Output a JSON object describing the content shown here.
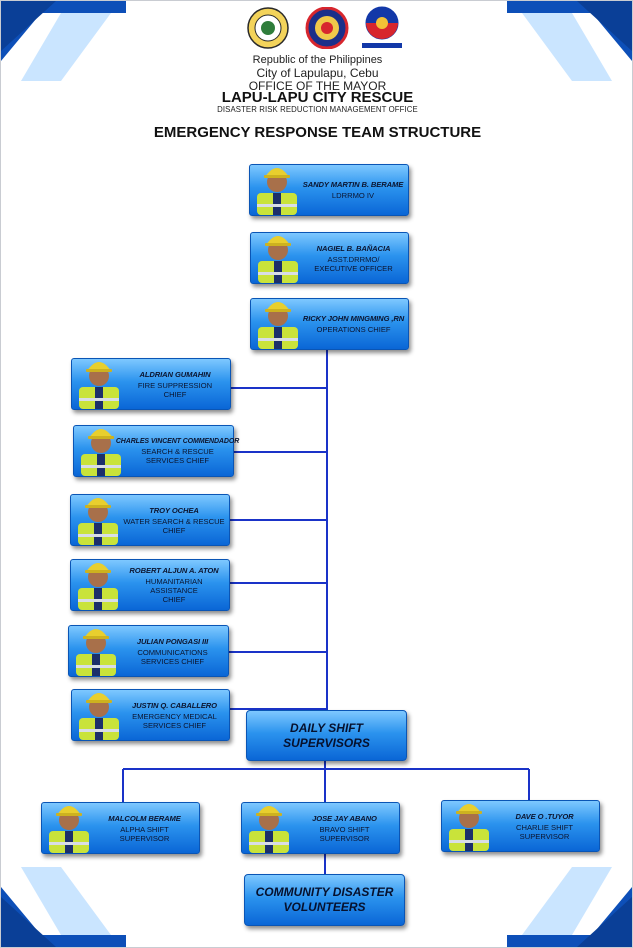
{
  "header": {
    "seal_left": "City of Lapulapu · Official Seal",
    "seal_right": "Bagong Pilipinas",
    "line1": "Republic of the Philippines",
    "line2": "City of Lapulapu, Cebu",
    "line3": "OFFICE OF THE MAYOR",
    "line4": "LAPU-LAPU CITY RESCUE",
    "line5": "DISASTER RISK REDUCTION MANAGEMENT OFFICE"
  },
  "chart_title": "EMERGENCY RESPONSE TEAM STRUCTURE",
  "chain": [
    {
      "name": "SANDY MARTIN B. BERAME",
      "role": "LDRRMO IV"
    },
    {
      "name": "NAGIEL B. BAÑACIA",
      "role": "ASST.DRRMO/\nEXECUTIVE OFFICER"
    },
    {
      "name": "RICKY JOHN MINGMING ,RN",
      "role": "OPERATIONS CHIEF"
    }
  ],
  "chiefs": [
    {
      "name": "ALDRIAN GUMAHIN",
      "role": "FIRE SUPPRESSION\nCHIEF"
    },
    {
      "name": "CHARLES VINCENT COMMENDADOR",
      "role": "SEARCH & RESCUE\nSERVICES CHIEF"
    },
    {
      "name": "TROY OCHEA",
      "role": "WATER SEARCH & RESCUE\nCHIEF"
    },
    {
      "name": "ROBERT ALJUN A. ATON",
      "role": "HUMANITARIAN ASSISTANCE\nCHIEF"
    },
    {
      "name": "JULIAN PONGASI III",
      "role": "COMMUNICATIONS\nSERVICES CHIEF"
    },
    {
      "name": "JUSTIN Q. CABALLERO",
      "role": "EMERGENCY MEDICAL\nSERVICES CHIEF"
    }
  ],
  "daily_shift": "DAILY SHIFT\nSUPERVISORS",
  "shifts": [
    {
      "name": "MALCOLM BERAME",
      "role": "ALPHA SHIFT\nSUPERVISOR"
    },
    {
      "name": "JOSE JAY ABANO",
      "role": "BRAVO SHIFT\nSUPERVISOR"
    },
    {
      "name": "DAVE O .TUYOR",
      "role": "CHARLIE SHIFT\nSUPERVISOR"
    }
  ],
  "community": "COMMUNITY DISASTER\nVOLUNTEERS",
  "colors": {
    "accent": "#2b93ee",
    "line": "#1a33c8",
    "corner": "#0d4fb8"
  }
}
